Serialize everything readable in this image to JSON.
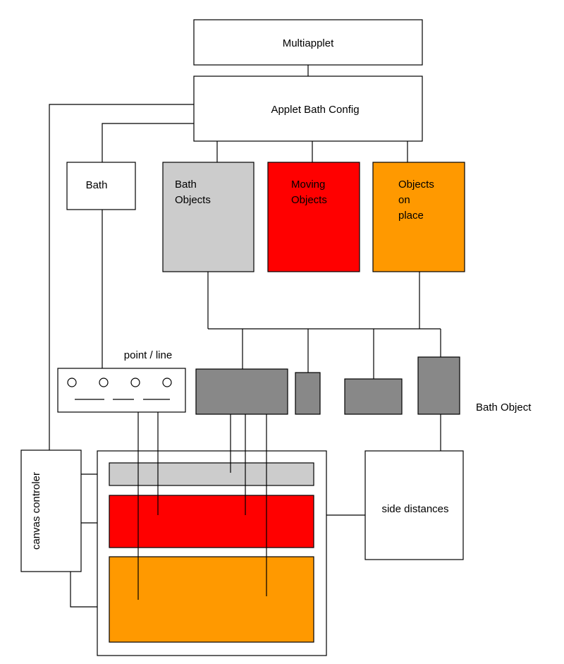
{
  "boxes": {
    "multiapplet": "Multiapplet",
    "config": "Applet Bath Config",
    "bath": "Bath",
    "bath_objects": [
      "Bath",
      "Objects"
    ],
    "moving_objects": [
      "Moving",
      "Objects"
    ],
    "objects_on_place": [
      "Objects",
      "on",
      "place"
    ],
    "point_line": "point / line",
    "bath_object": "Bath Object",
    "side_distances": "side distances",
    "canvas_controler": "canvas controler"
  },
  "colors": {
    "gray_light": "#cccccc",
    "red": "#ff0000",
    "orange": "#ff9900",
    "gray_dark": "#888888",
    "line": "#000000"
  }
}
